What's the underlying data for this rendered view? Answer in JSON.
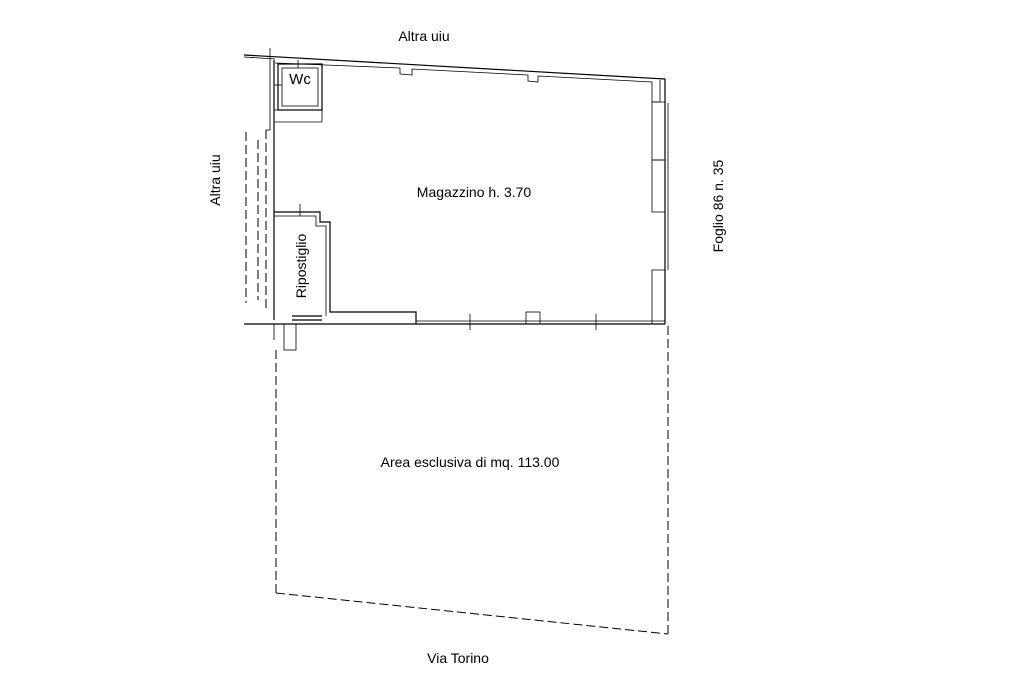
{
  "labels": {
    "top_neighbor": "Altra uiu",
    "left_neighbor": "Altra uiu",
    "right_parcel": "Foglio 86 n. 35",
    "street": "Via Torino",
    "warehouse": "Magazzino h. 3.70",
    "wc": "Wc",
    "storage": "Ripostiglio",
    "exclusive_area": "Area esclusiva di mq. 113.00"
  }
}
